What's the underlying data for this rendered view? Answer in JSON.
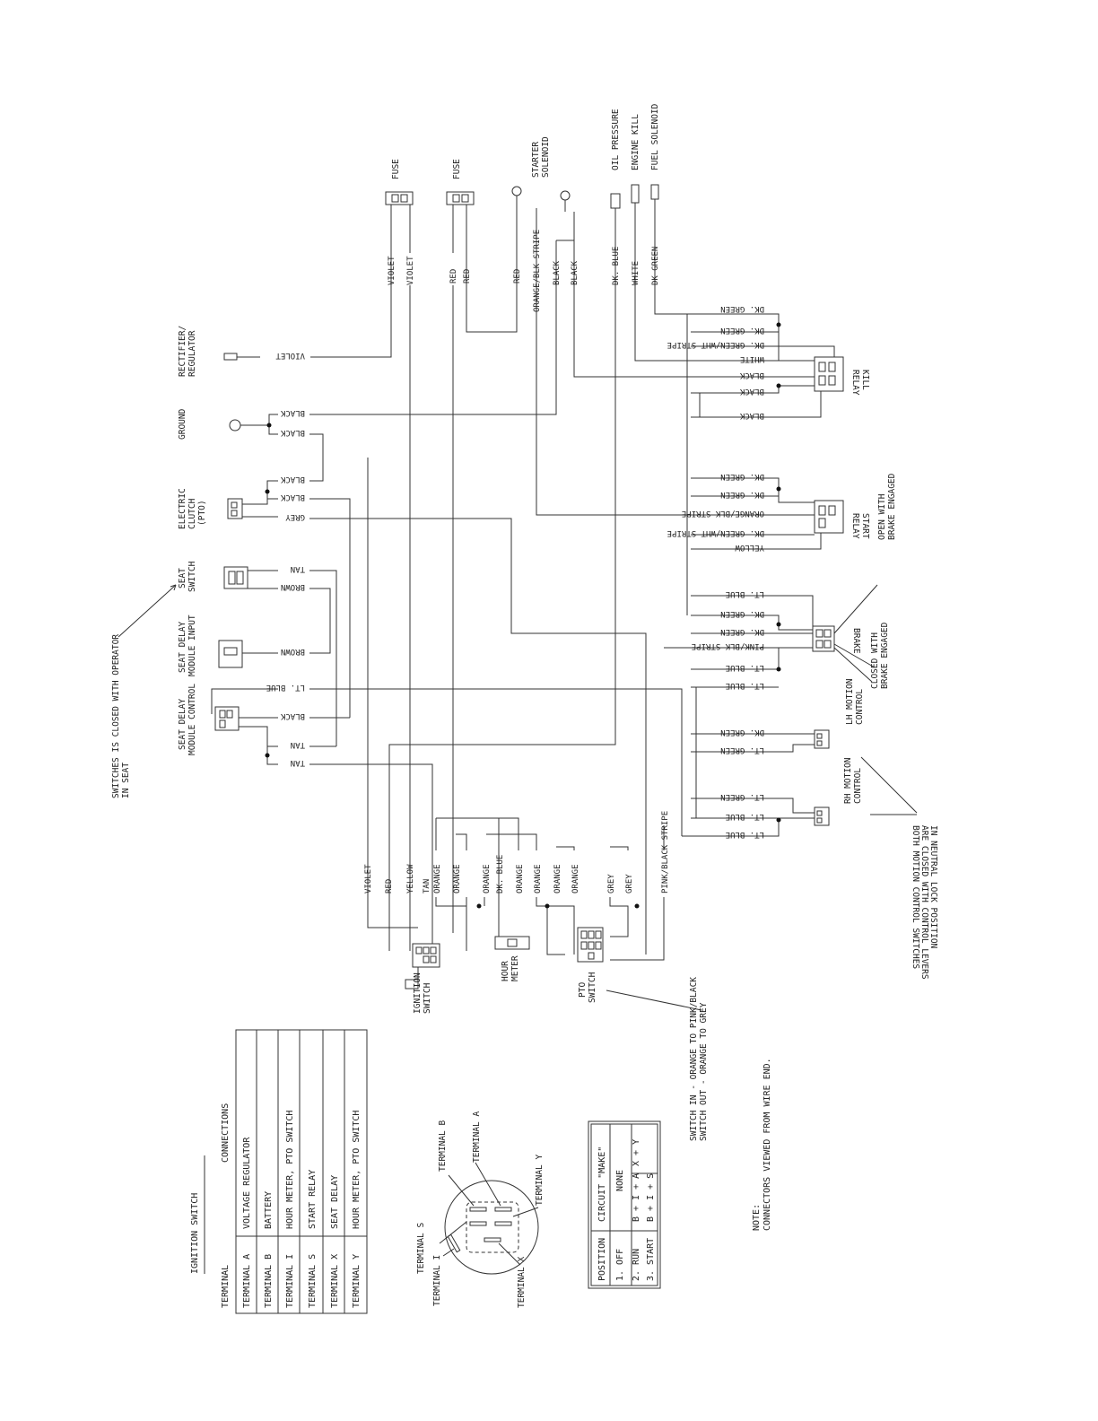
{
  "fuse1": {
    "label": "FUSE",
    "wire1": "VIOLET",
    "wire2": "VIOLET"
  },
  "fuse2": {
    "label": "FUSE",
    "wire1": "RED",
    "wire2": "RED"
  },
  "starter": {
    "label1": "STARTER",
    "label2": "SOLENOID",
    "wire_red": "RED",
    "wire_stripe": "ORANGE/BLK STRIPE",
    "wire_black1": "BLACK",
    "wire_black2": "BLACK"
  },
  "engine_conn": {
    "oil": "OIL PRESSURE",
    "kill": "ENGINE KILL",
    "fuel": "FUEL SOLENOID",
    "w_blue": "DK. BLUE",
    "w_white": "WHITE",
    "w_green": "DK GREEN"
  },
  "kill_relay": {
    "label1": "KILL",
    "label2": "RELAY",
    "wires": [
      "DK. GREEN",
      "DK. GREEN",
      "DK. GREEN/WHT STRIPE",
      "WHITE",
      "BLACK",
      "BLACK",
      "BLACK"
    ]
  },
  "start_relay": {
    "label1": "START",
    "label2": "RELAY",
    "wires": [
      "DK. GREEN",
      "DK. GREEN",
      "ORANGE/BLK STRIPE",
      "DK. GREEN/WHT STRIPE",
      "YELLOW"
    ]
  },
  "brake": {
    "label": "BRAKE",
    "open_note1": "OPEN WITH",
    "open_note2": "BRAKE ENGAGED",
    "closed_note1": "CLOSED WITH",
    "closed_note2": "BRAKE ENGAGED",
    "wires": [
      "LT. BLUE",
      "DK. GREEN",
      "DK. GREEN",
      "PINK/BLK STRIPE",
      "LT. BLUE",
      "LT. BLUE"
    ]
  },
  "lh_motion": {
    "label1": "LH MOTION",
    "label2": "CONTROL",
    "wires": [
      "DK. GREEN",
      "LT. GREEN"
    ]
  },
  "rh_motion": {
    "label1": "RH MOTION",
    "label2": "CONTROL",
    "wires": [
      "LT. GREEN",
      "LT. BLUE",
      "LT. BLUE"
    ]
  },
  "motion_note": [
    "BOTH MOTION CONTROL SWITCHES",
    "ARE CLOSED WITH CONTROL LEVERS",
    "IN NEUTRAL LOCK POSITION"
  ],
  "rectifier": {
    "label1": "RECTIFIER/",
    "label2": "REGULATOR",
    "wire": "VIOLET"
  },
  "ground": {
    "label": "GROUND",
    "wire1": "BLACK",
    "wire2": "BLACK"
  },
  "clutch": {
    "label1": "ELECTRIC",
    "label2": "CLUTCH",
    "label3": "(PTO)",
    "wires": [
      "BLACK",
      "BLACK",
      "GREY"
    ]
  },
  "seat_switch": {
    "label1": "SEAT",
    "label2": "SWITCH",
    "wires": [
      "TAN",
      "BROWN"
    ]
  },
  "seat_delay_input": {
    "label1": "SEAT DELAY",
    "label2": "MODULE INPUT",
    "wire": "BROWN"
  },
  "seat_delay_control": {
    "label1": "SEAT DELAY",
    "label2": "MODULE CONTROL",
    "wires": [
      "LT. BLUE",
      "BLACK",
      "TAN",
      "TAN"
    ]
  },
  "seat_note": [
    "SWITCHES IS CLOSED WITH OPERATOR",
    "IN SEAT"
  ],
  "bottom_wires": [
    "VIOLET",
    "RED",
    "YELLOW",
    "TAN",
    "ORANGE",
    "ORANGE",
    "ORANGE",
    "DK. BLUE",
    "ORANGE",
    "ORANGE",
    "ORANGE",
    "ORANGE",
    "GREY",
    "GREY",
    "PINK/BLACK STRIPE"
  ],
  "ignition_label": [
    "IGNITION",
    "SWITCH"
  ],
  "hour_meter_label": [
    "HOUR",
    "METER"
  ],
  "pto_label": [
    "PTO",
    "SWITCH"
  ],
  "pto_note": [
    "SWITCH IN - ORANGE TO PINK/BLACK",
    "SWITCH OUT - ORANGE TO GREY"
  ],
  "connector_note": [
    "NOTE:",
    "CONNECTORS VIEWED FROM WIRE END."
  ],
  "ign_table": {
    "title": "IGNITION SWITCH",
    "headers": [
      "TERMINAL",
      "CONNECTIONS"
    ],
    "rows": [
      [
        "TERMINAL  A",
        "VOLTAGE REGULATOR"
      ],
      [
        "TERMINAL  B",
        "BATTERY"
      ],
      [
        "TERMINAL  I",
        "HOUR METER, PTO SWITCH"
      ],
      [
        "TERMINAL  S",
        "START RELAY"
      ],
      [
        "TERMINAL  X",
        "SEAT DELAY"
      ],
      [
        "TERMINAL  Y",
        "HOUR METER, PTO SWITCH"
      ]
    ]
  },
  "terminals": [
    "TERMINAL B",
    "TERMINAL A",
    "TERMINAL Y",
    "TERMINAL S",
    "TERMINAL I",
    "TERMINAL X"
  ],
  "pos_table": {
    "headers": [
      "POSITION",
      "CIRCUIT \"MAKE\""
    ],
    "rows": [
      [
        "1. OFF",
        "NONE",
        ""
      ],
      [
        "2. RUN",
        "B + I + A",
        "X + Y"
      ],
      [
        "3. START",
        "B + I + S",
        ""
      ]
    ]
  }
}
